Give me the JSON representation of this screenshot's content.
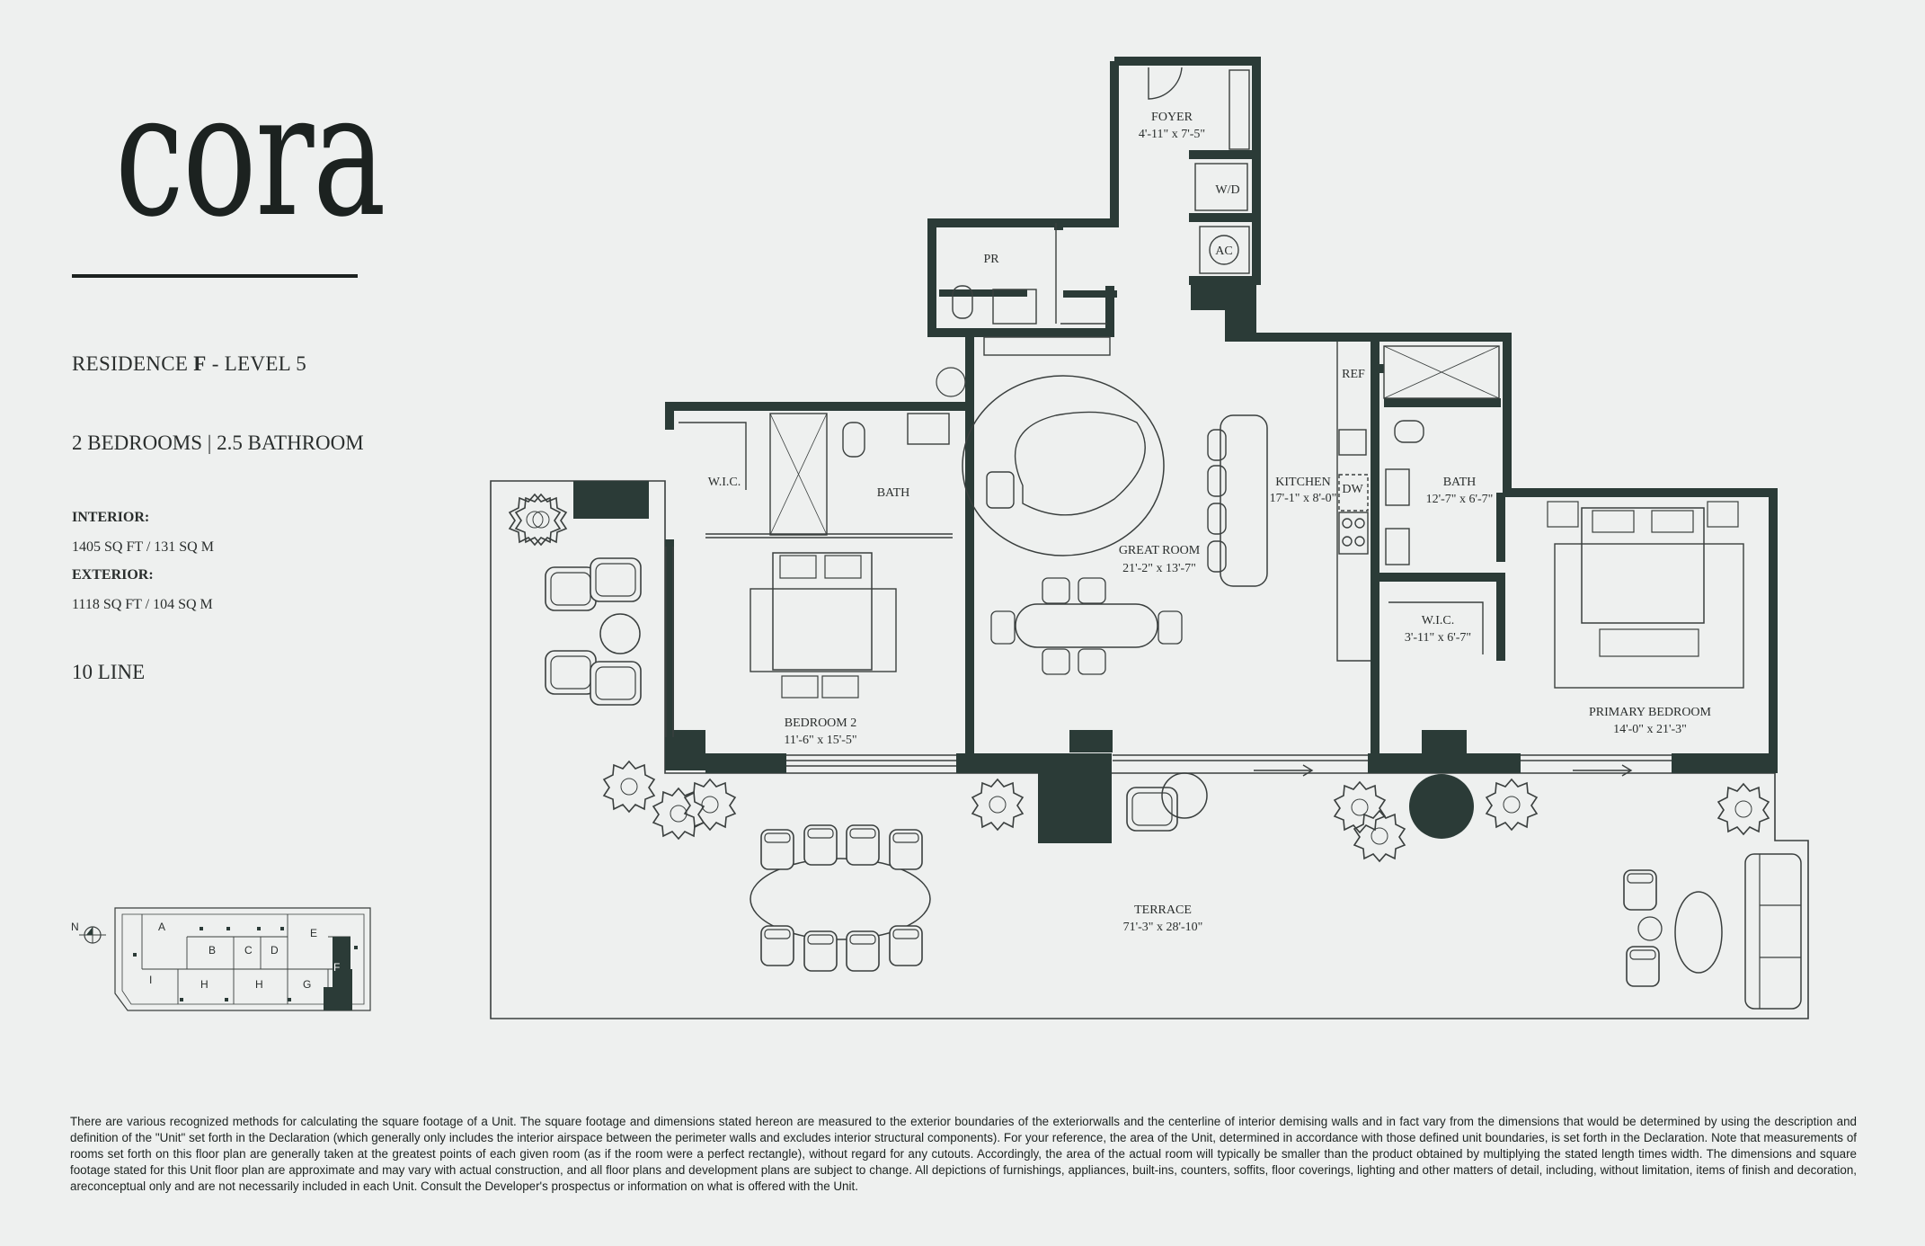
{
  "brand": {
    "logo": "cora"
  },
  "residence": {
    "prefix": "RESIDENCE",
    "letter": "F",
    "separator": "-",
    "level": "LEVEL 5"
  },
  "unit": {
    "rooms": "2 BEDROOMS | 2.5 BATHROOM",
    "interior_label": "INTERIOR:",
    "interior_value": "1405 SQ FT / 131 SQ M",
    "exterior_label": "EXTERIOR:",
    "exterior_value": "1118 SQ FT / 104 SQ M",
    "line": "10 LINE"
  },
  "rooms": {
    "foyer": {
      "name": "FOYER",
      "dims": "4'-11\" x 7'-5\""
    },
    "wd": "W/D",
    "ac": "AC",
    "pr": "PR",
    "wic2": "W.I.C.",
    "bath2": "BATH",
    "ref": "REF",
    "dw": "DW",
    "kitchen": {
      "name": "KITCHEN",
      "dims": "17'-1\" x 8'-0\""
    },
    "bath_primary": {
      "name": "BATH",
      "dims": "12'-7\" x 6'-7\""
    },
    "great_room": {
      "name": "GREAT ROOM",
      "dims": "21'-2\" x 13'-7\""
    },
    "wic_primary": {
      "name": "W.I.C.",
      "dims": "3'-11\" x 6'-7\""
    },
    "bedroom2": {
      "name": "BEDROOM 2",
      "dims": "11'-6\" x 15'-5\""
    },
    "primary_bedroom": {
      "name": "PRIMARY BEDROOM",
      "dims": "14'-0\" x 21'-3\""
    },
    "terrace": {
      "name": "TERRACE",
      "dims": "71'-3\" x 28'-10\""
    }
  },
  "key_plan": {
    "north": "N",
    "units": [
      "A",
      "B",
      "C",
      "D",
      "E",
      "I",
      "H",
      "H",
      "G",
      "F"
    ],
    "highlighted": "F"
  },
  "colors": {
    "wall": "#2b3b37",
    "background": "#eef0ef",
    "line": "#3a3f3e"
  },
  "disclaimer": "There are various recognized methods for calculating the square footage of a Unit. The square footage and dimensions stated hereon are measured to the exterior boundaries of the exteriorwalls and the centerline of interior demising walls and in fact vary from the dimensions that would be determined by using the description and definition of the \"Unit\" set forth in the Declaration (which generally only includes the interior airspace between the perimeter walls and excludes interior structural components). For your reference, the area of the Unit, determined in accordance with those defined unit boundaries, is set forth in the Declaration. Note that measurements of rooms set forth on this floor plan are generally taken at the greatest points of each given room (as if the room were a perfect rectangle), without regard for any cutouts. Accordingly, the area of the actual room will typically be smaller than the product obtained by multiplying the stated length times width. The dimensions and square footage stated for this Unit floor plan are approximate and may vary with actual construction, and all floor plans and development plans are subject to change. All depictions of furnishings, appliances, built-ins, counters, soffits, floor coverings, lighting and other matters of detail, including, without limitation, items of finish and decoration, areconceptual only and are not necessarily included in each Unit. Consult the Developer's prospectus or information on what is offered with the Unit."
}
